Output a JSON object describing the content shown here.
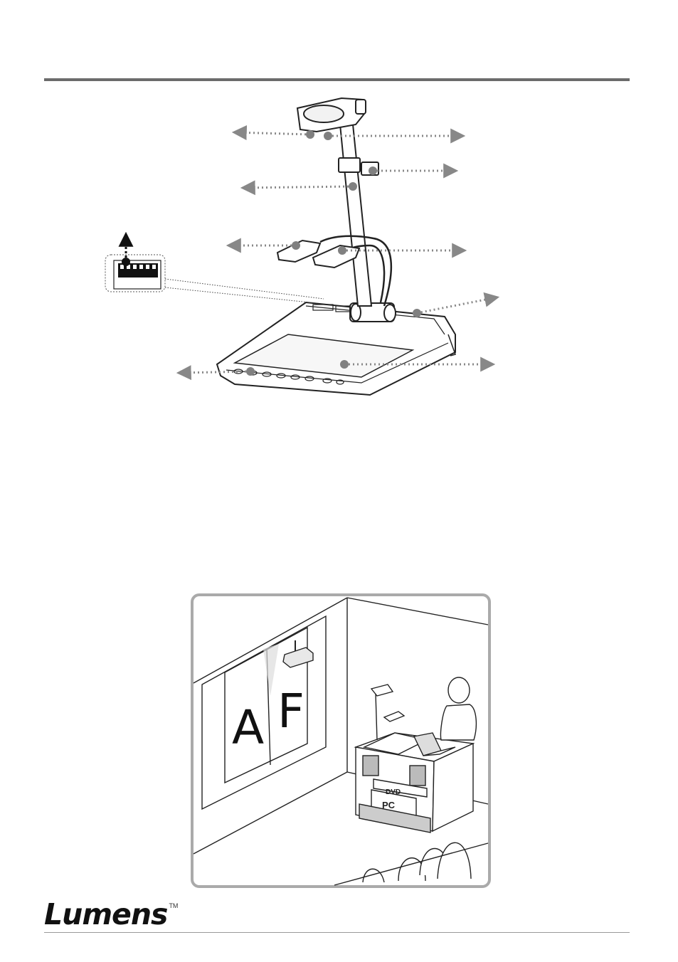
{
  "diagram": {
    "callout_colors": {
      "arrow": "#888888",
      "dot": "#808080"
    }
  },
  "scene": {
    "screen_letters": [
      "A",
      "F"
    ],
    "box_labels": {
      "dvd": "DVD",
      "pc": "PC"
    }
  },
  "footer": {
    "logo_text": "Lumens",
    "trademark": "TM"
  }
}
